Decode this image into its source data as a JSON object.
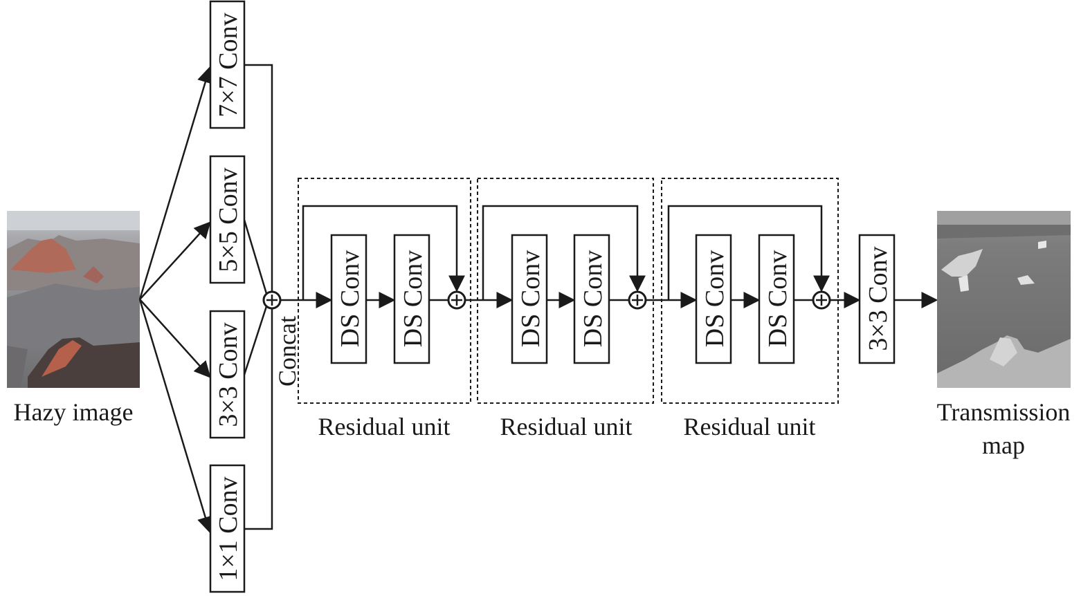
{
  "input": {
    "caption": "Hazy image"
  },
  "output": {
    "caption_line1": "Transmission",
    "caption_line2": "map"
  },
  "branches": [
    {
      "label": "7×7 Conv"
    },
    {
      "label": "5×5 Conv"
    },
    {
      "label": "3×3 Conv"
    },
    {
      "label": "1×1 Conv"
    }
  ],
  "concat": {
    "label": "Concat"
  },
  "residual_units": [
    {
      "caption": "Residual unit",
      "blocks": [
        "DS Conv",
        "DS Conv"
      ]
    },
    {
      "caption": "Residual unit",
      "blocks": [
        "DS Conv",
        "DS Conv"
      ]
    },
    {
      "caption": "Residual unit",
      "blocks": [
        "DS Conv",
        "DS Conv"
      ]
    }
  ],
  "final_conv": {
    "label": "3×3 Conv"
  },
  "icons": {
    "add": "circled-plus",
    "arrow": "filled-triangle-arrowhead"
  },
  "colors": {
    "stroke": "#1a1a1a",
    "background": "#ffffff"
  }
}
